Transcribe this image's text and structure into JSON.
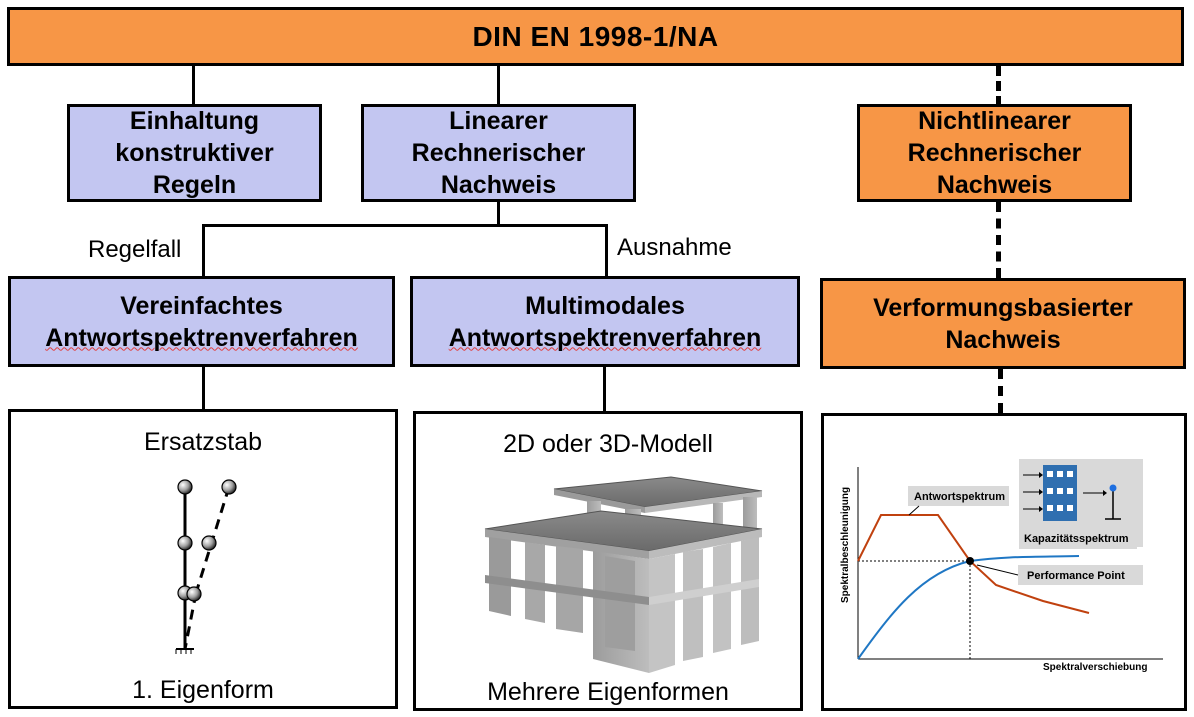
{
  "top": {
    "title": "DIN EN 1998-1/NA"
  },
  "row1": {
    "left": {
      "line1": "Einhaltung",
      "line2": "konstruktiver",
      "line3": "Regeln"
    },
    "middle": {
      "line1": "Linearer",
      "line2": "Rechnerischer",
      "line3": "Nachweis"
    },
    "right": {
      "line1": "Nichtlinearer",
      "line2": "Rechnerischer",
      "line3": "Nachweis"
    }
  },
  "branch_labels": {
    "left": "Regelfall",
    "right": "Ausnahme"
  },
  "row2": {
    "left": {
      "line1": "Vereinfachtes",
      "line2": "Antwortspektrenverfahren"
    },
    "middle": {
      "line1": "Multimodales",
      "line2": "Antwortspektrenverfahren"
    },
    "right": {
      "line1": "Verformungsbasierter",
      "line2": "Nachweis"
    }
  },
  "row3": {
    "left": {
      "top": "Ersatzstab",
      "bottom": "1. Eigenform"
    },
    "middle": {
      "top": "2D oder 3D-Modell",
      "bottom": "Mehrere Eigenformen"
    },
    "right": {
      "ylabel": "Spektralbeschleunigung",
      "xlabel": "Spektralverschiebung",
      "tag_response": "Antwortspektrum",
      "tag_capacity": "Kapazitätsspektrum",
      "tag_performance": "Performance Point"
    }
  },
  "colors": {
    "orange": "#f79646",
    "lavender": "#c3c6f1",
    "response_curve": "#c0410f",
    "capacity_curve": "#1f77c4"
  }
}
